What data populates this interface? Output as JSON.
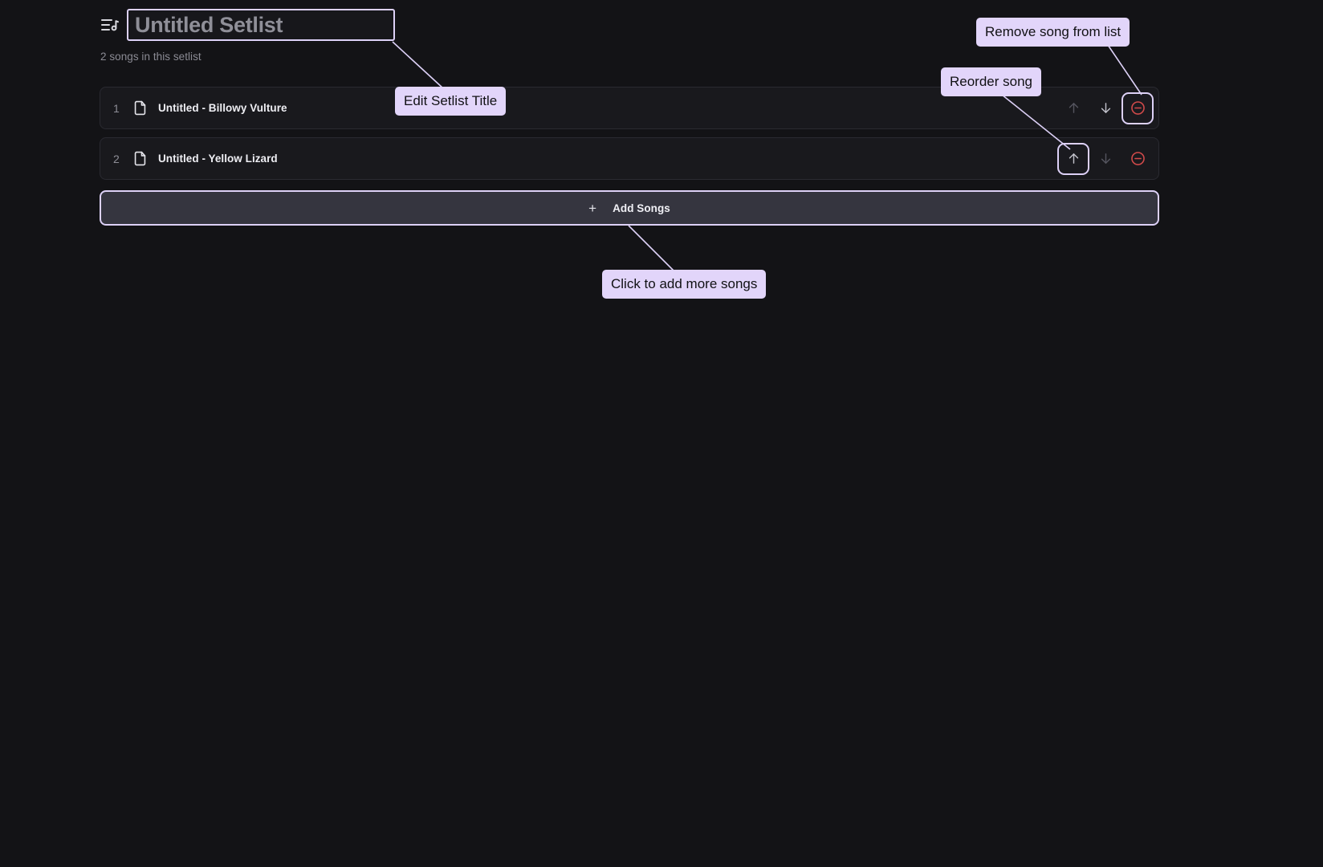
{
  "header": {
    "icon": "list-music-icon",
    "title_value": "Untitled Setlist",
    "title_placeholder": "Untitled Setlist",
    "subtitle": "2 songs in this setlist"
  },
  "songs": [
    {
      "index": "1",
      "icon": "file-icon",
      "title": "Untitled - Billowy Vulture",
      "move_up_label": "↑",
      "move_down_label": "↓",
      "remove_label": "remove-circle-icon"
    },
    {
      "index": "2",
      "icon": "file-icon",
      "title": "Untitled - Yellow Lizard",
      "move_up_label": "↑",
      "move_down_label": "↓",
      "remove_label": "remove-circle-icon"
    }
  ],
  "add_songs": {
    "plus": "+",
    "label": "Add Songs"
  },
  "callouts": {
    "edit_title": "Edit Setlist Title",
    "reorder": "Reorder song",
    "remove": "Remove song from list",
    "add_songs": "Click to add more songs"
  },
  "colors": {
    "page_background": "#131316",
    "row_background": "#19191d",
    "row_border": "#2a2a31",
    "accent_lavender": "#ddd1f7",
    "callout_background": "#e2d5fa",
    "callout_text": "#111114",
    "danger_red": "#d14a4a",
    "add_songs_background": "#35353f",
    "text_primary": "#eeeef3",
    "text_muted": "#8b8b94",
    "icon_dim": "#55555f",
    "icon_bright": "#c3c3cc"
  }
}
